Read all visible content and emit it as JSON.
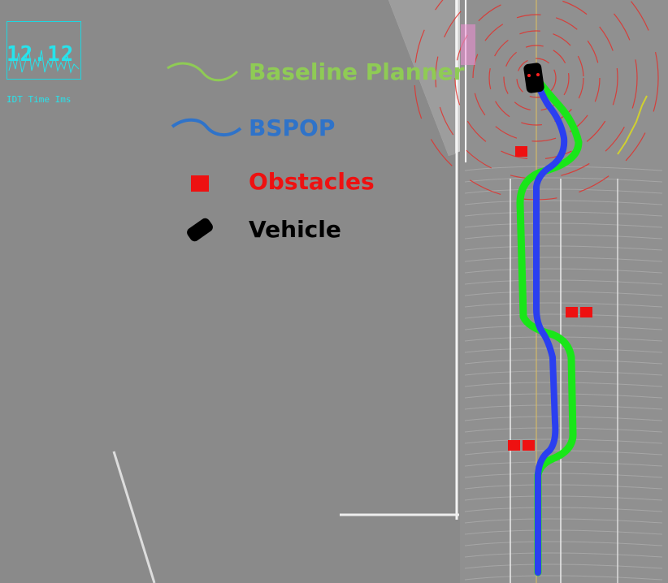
{
  "hud": {
    "value": "12.12",
    "caption": "IDT Time Ims"
  },
  "legend": {
    "items": [
      {
        "label": "Baseline Planner",
        "color": "#8fcb55",
        "symbol": "wave-line-icon"
      },
      {
        "label": "BSPOP",
        "color": "#2f73c9",
        "symbol": "wave-line-icon"
      },
      {
        "label": "Obstacles",
        "color": "#ee1111",
        "symbol": "square-icon"
      },
      {
        "label": "Vehicle",
        "color": "#000000",
        "symbol": "vehicle-icon"
      }
    ]
  },
  "colors": {
    "background": "#8a8a8a",
    "baseline_path": "#19e619",
    "bspop_path": "#2a3ff0",
    "obstacle": "#ee1111",
    "lidar_rings": "#e0312d"
  }
}
